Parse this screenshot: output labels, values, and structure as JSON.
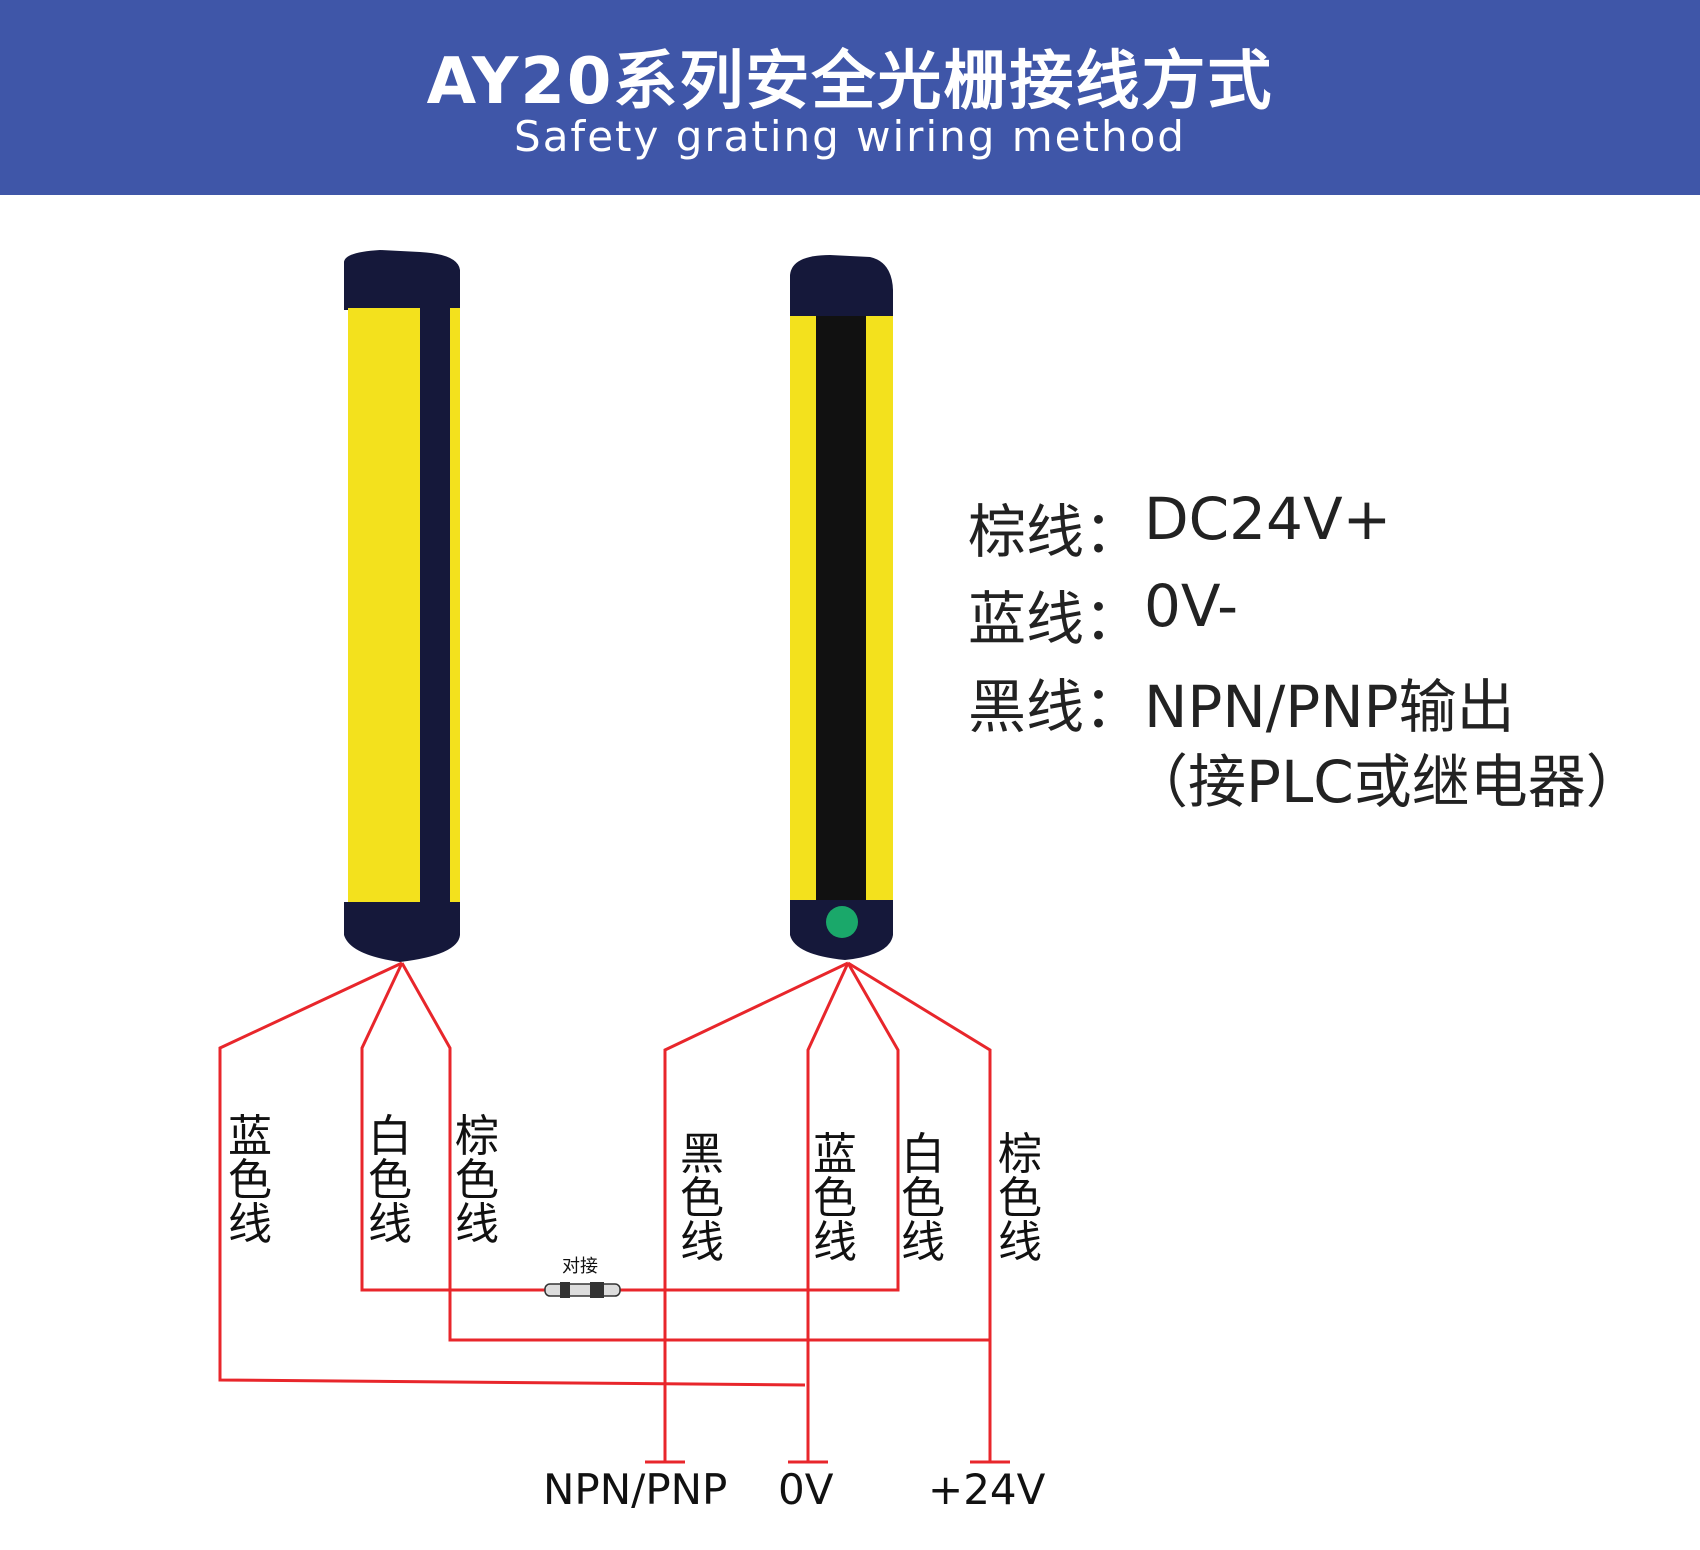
{
  "header": {
    "title": "AY20系列安全光栅接线方式",
    "subtitle": "Safety grating wiring method"
  },
  "legend": {
    "brown": {
      "key": "棕线：",
      "value": "DC24V+"
    },
    "blue": {
      "key": "蓝线：",
      "value": "0V-"
    },
    "black": {
      "key": "黑线：",
      "value": "NPN/PNP输出"
    },
    "note": "（接PLC或继电器）"
  },
  "emitter_wires": [
    "蓝色线",
    "白色线",
    "棕色线"
  ],
  "receiver_wires": [
    "黑色线",
    "蓝色线",
    "白色线",
    "棕色线"
  ],
  "connector_label": "对接",
  "terminals": {
    "output": "NPN/PNP",
    "ground": "0V",
    "power": "+24V"
  },
  "colors": {
    "header_bg": "#3f56a8",
    "housing_yellow": "#f3e11d",
    "housing_navy": "#15183a",
    "wire_red": "#e8262b",
    "indicator_green": "#1aa86a"
  }
}
